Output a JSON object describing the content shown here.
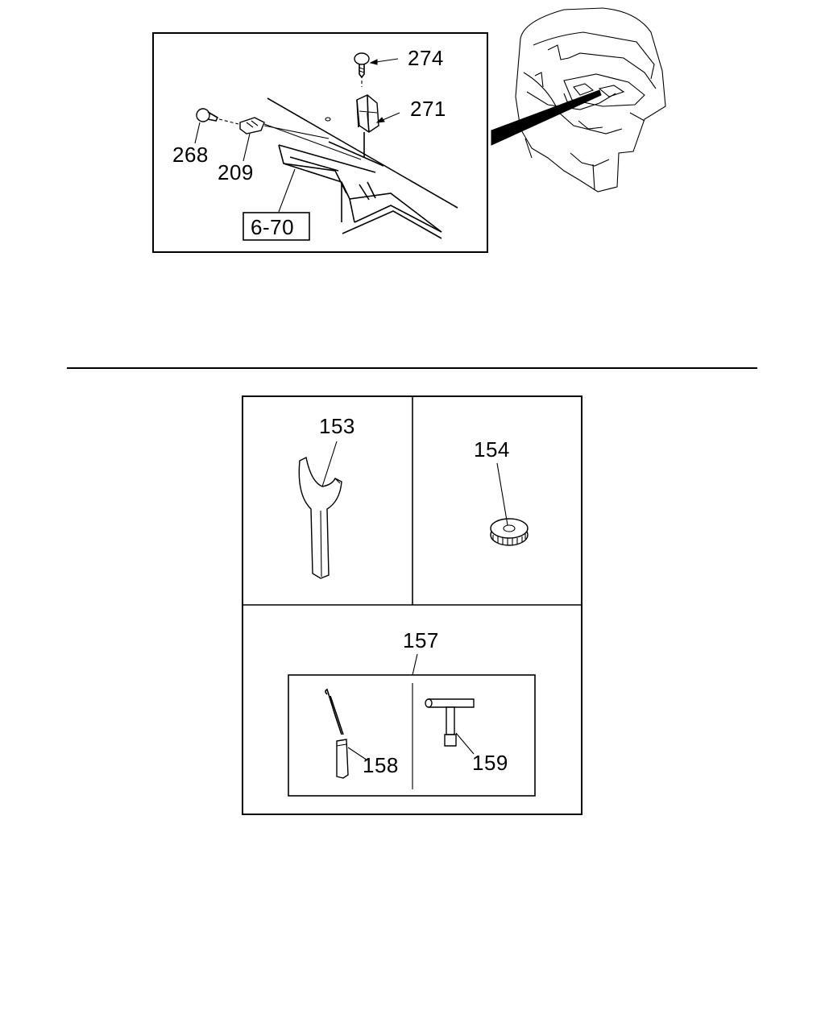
{
  "top_panel": {
    "callouts": {
      "p274": "274",
      "p271": "271",
      "p268": "268",
      "p209": "209",
      "ref": "6-70"
    }
  },
  "bottom_panel": {
    "callouts": {
      "p153": "153",
      "p154": "154",
      "p157": "157",
      "p158": "158",
      "p159": "159"
    }
  },
  "icons": {
    "wrench": "spanner-wrench-icon",
    "knob": "knurled-cap-icon",
    "hook": "hook-tool-icon",
    "tkey": "t-handle-key-icon",
    "cab": "truck-cab-icon"
  }
}
